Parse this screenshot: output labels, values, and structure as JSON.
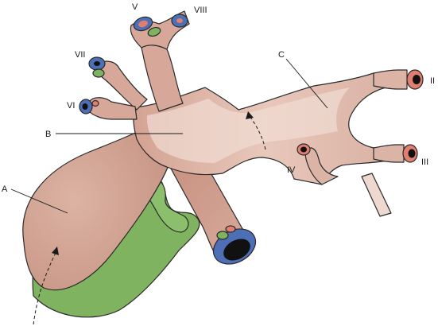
{
  "labels": {
    "a": "A",
    "b": "B",
    "c": "C",
    "seg_ii": "II",
    "seg_iii": "III",
    "seg_iv": "IV",
    "seg_v": "V",
    "seg_vi": "VI",
    "seg_vii": "VII",
    "seg_viii": "VIII"
  },
  "colors": {
    "portal_vein_fill": "#d9aea0",
    "portal_vein_light": "#efd8cf",
    "bile_duct_green": "#7fb35f",
    "hepatic_artery_red": "#e07f6f",
    "vein_blue": "#4d6fb5",
    "outline": "#2a2a2a"
  },
  "icons": {
    "flow_arrow_1": "dashed-arrow-up",
    "flow_arrow_2": "dashed-arrow-up"
  }
}
